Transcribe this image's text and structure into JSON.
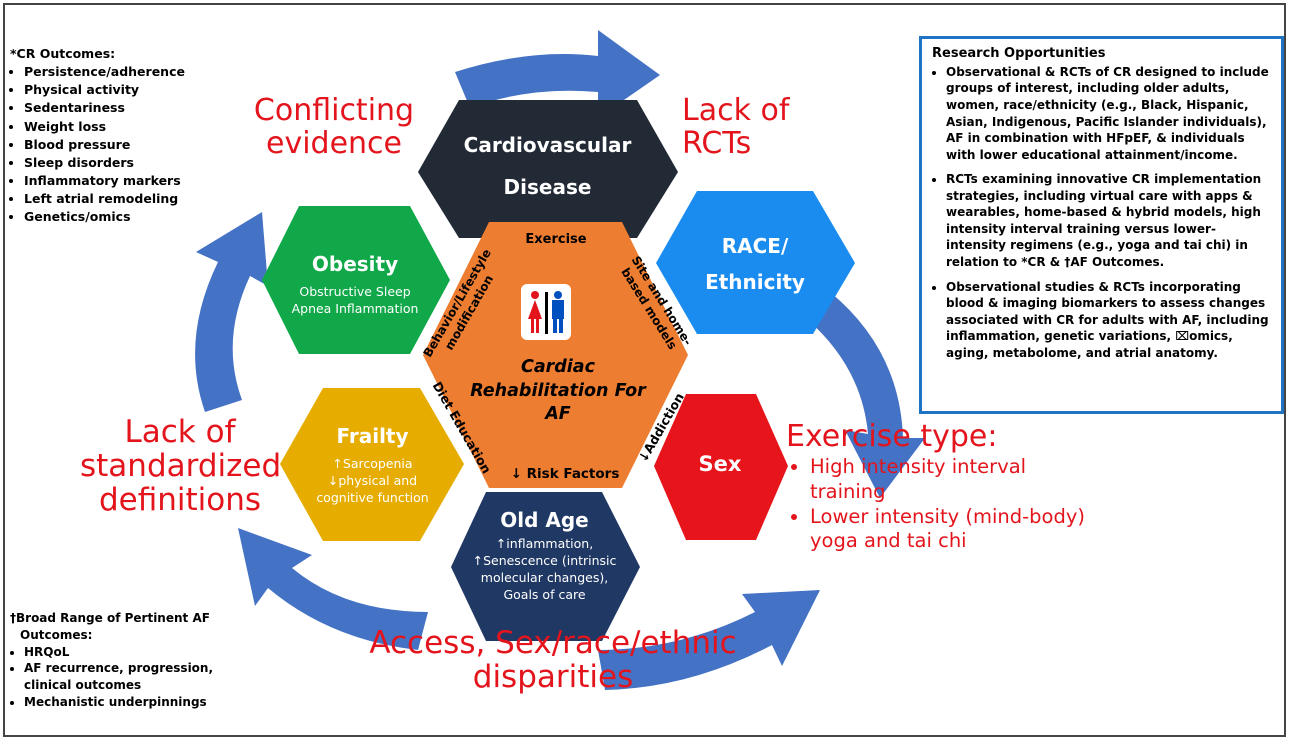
{
  "cr_outcomes": {
    "title": "*CR Outcomes:",
    "items": [
      "Persistence/adherence",
      "Physical activity",
      "Sedentariness",
      "Weight loss",
      "Blood pressure",
      "Sleep disorders",
      "Inflammatory markers",
      "Left atrial remodeling",
      "Genetics/omics"
    ]
  },
  "af_outcomes": {
    "title_line1": "†Broad Range of Pertinent AF",
    "title_line2": "Outcomes:",
    "items": [
      "HRQoL",
      "AF recurrence, progression, clinical outcomes",
      "Mechanistic underpinnings"
    ]
  },
  "research": {
    "title": "Research Opportunities",
    "items": [
      "Observational & RCTs of CR designed to include groups of interest, including older adults, women, race/ethnicity (e.g., Black, Hispanic, Asian, Indigenous, Pacific Islander individuals), AF in combination with HFpEF, & individuals with lower educational attainment/income.",
      "RCTs examining innovative CR implementation strategies, including virtual care with apps & wearables, home-based & hybrid models, high intensity interval training versus lower-intensity regimens (e.g., yoga and tai chi) in relation to *CR & †AF Outcomes.",
      "Observational studies & RCTs incorporating blood & imaging biomarkers to assess changes associated with CR for adults with AF, including inflammation, genetic variations, ⌧omics, aging, metabolome, and atrial anatomy."
    ]
  },
  "gaps": {
    "conflicting": "Conflicting evidence",
    "lack_rcts": "Lack of RCTs",
    "lack_standard": "Lack of standardized definitions",
    "access": "Access, Sex/race/ethnic disparities",
    "exercise_title": "Exercise type:",
    "exercise_items": [
      "High intensity interval training",
      "Lower intensity (mind-body) yoga and tai chi"
    ]
  },
  "hexes": {
    "cvd": {
      "title": "Cardiovascular Disease",
      "color": "#222a36"
    },
    "race": {
      "title": "RACE/ Ethnicity",
      "color": "#1a8cf0"
    },
    "sex": {
      "title": "Sex",
      "color": "#e8141b"
    },
    "oldage": {
      "title": "Old Age",
      "sub": "↑inflammation, ↑Senescence (intrinsic molecular changes), Goals of care",
      "color": "#203864"
    },
    "frailty": {
      "title": "Frailty",
      "sub": "↑Sarcopenia ↓physical and cognitive function",
      "color": "#e6ad00"
    },
    "obesity": {
      "title": "Obesity",
      "sub": "Obstructive Sleep Apnea Inflammation",
      "color": "#11a84a"
    }
  },
  "center": {
    "title": "Cardiac Rehabilitation For AF",
    "color": "#ed7d31",
    "arrow_color": "#4472c4",
    "exercise": "Exercise",
    "site": "Site and home-based models",
    "addiction": "↓Addiction",
    "risk": "↓ Risk Factors",
    "diet": "Diet Education",
    "behavior": "Behavior/Lifestyle modification"
  }
}
